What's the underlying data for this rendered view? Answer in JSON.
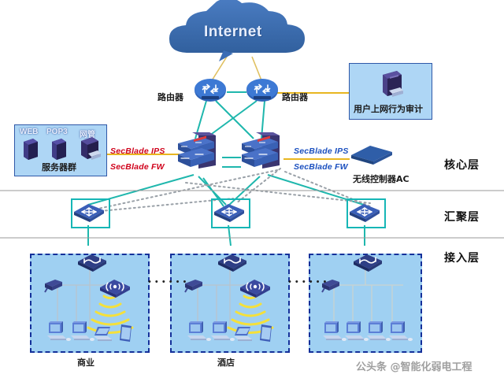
{
  "diagram": {
    "title": "Internet",
    "cloud_label": "Internet",
    "watermark": "公头条 @智能化弱电工程",
    "colors": {
      "cloud": "#3b6db5",
      "link_teal": "#1fb7ad",
      "link_gold": "#e8b620",
      "link_dotted": "#9aa1a8",
      "panel_fill": "#aed6f5",
      "panel_border": "#2f58a8",
      "access_fill": "#9fd0f2",
      "access_border": "#14309a",
      "agg_border": "#16b6b6",
      "sec_ips_red": "#d0021b",
      "sec_fw_blue": "#1a4fbf",
      "divider": "#9a9a9a",
      "wave_yellow": "#f5e03a"
    }
  },
  "layers": [
    {
      "id": "core",
      "label": "核心层"
    },
    {
      "id": "aggregation",
      "label": "汇聚层"
    },
    {
      "id": "access",
      "label": "接入层"
    }
  ],
  "routers": [
    {
      "id": "router-left",
      "label": "路由器",
      "device_tag": "ROUTER"
    },
    {
      "id": "router-right",
      "label": "路由器",
      "device_tag": "ROUTER"
    }
  ],
  "audit": {
    "label": "用户上网行为审计",
    "icon": "server-tower-icon"
  },
  "servers": {
    "group_label": "服务器群",
    "items": [
      {
        "name": "WEB",
        "icon": "server-box-icon"
      },
      {
        "name": "POP3",
        "icon": "server-box-icon"
      },
      {
        "name": "网管",
        "icon": "server-tower-icon"
      }
    ]
  },
  "core_switches": [
    {
      "id": "core-switch-left",
      "modules": [
        {
          "label": "SecBlade IPS",
          "style": "red"
        },
        {
          "label": "SecBlade FW",
          "style": "red"
        }
      ]
    },
    {
      "id": "core-switch-right",
      "modules": [
        {
          "label": "SecBlade IPS",
          "style": "blue"
        },
        {
          "label": "SecBlade FW",
          "style": "blue"
        }
      ]
    }
  ],
  "wireless_controller": {
    "label": "无线控制器AC",
    "icon": "ac-slab-icon"
  },
  "aggregation_switches": [
    {
      "id": "agg-switch-1"
    },
    {
      "id": "agg-switch-2"
    },
    {
      "id": "agg-switch-3"
    }
  ],
  "access_blocks": [
    {
      "id": "access-block-commercial",
      "caption": "商业",
      "switch": "access-switch-icon",
      "has_ap": true,
      "ap_icon": "wireless-ap-icon",
      "camera": "camera-icon",
      "endpoints": [
        "desktop-pc-icon",
        "desktop-pc-icon",
        "laptop-icon",
        "tablet-icon"
      ]
    },
    {
      "id": "access-block-hotel",
      "caption": "酒店",
      "switch": "access-switch-icon",
      "has_ap": true,
      "ap_icon": "wireless-ap-icon",
      "camera": "camera-icon",
      "endpoints": [
        "desktop-pc-icon",
        "desktop-pc-icon",
        "laptop-icon",
        "tablet-icon"
      ]
    },
    {
      "id": "access-block-third",
      "caption": "",
      "switch": "access-switch-icon",
      "has_ap": false,
      "ap_icon": "",
      "camera": "camera-icon",
      "endpoints": [
        "desktop-pc-icon",
        "desktop-pc-icon",
        "desktop-pc-icon",
        "desktop-pc-icon"
      ]
    }
  ],
  "ellipsis": {
    "glyph": "• • • • • •"
  }
}
